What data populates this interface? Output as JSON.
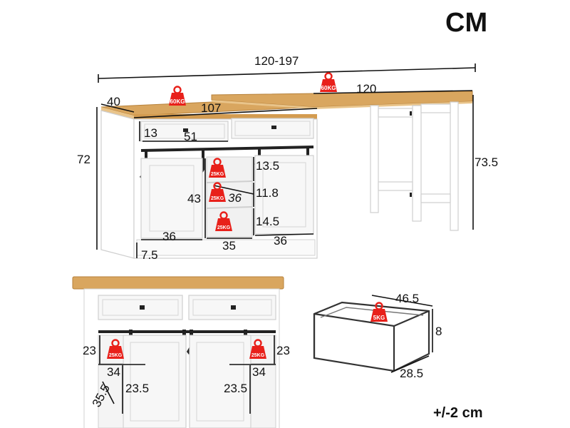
{
  "header": {
    "unit_label": "CM",
    "tolerance_label": "+/-2 cm"
  },
  "dimensions": {
    "total_length": "120-197",
    "cabinet_depth": "40",
    "desk_top_length": "120",
    "cabinet_length": "107",
    "cabinet_height": "72",
    "desk_height": "73.5",
    "drawer_height": "13",
    "drawer_width": "51",
    "shelf_top_height": "13.5",
    "shelf_mid_height": "11.8",
    "shelf_bottom_height": "14.5",
    "shelf_depth": "36",
    "door_height": "43",
    "left_door_width": "36",
    "right_door_width": "36",
    "center_width": "35",
    "base_height": "7.5",
    "front_left_height": "23",
    "front_right_height": "23",
    "front_left_width": "34",
    "front_right_width": "34",
    "front_depth": "35.5",
    "front_left_low": "23.5",
    "front_right_low": "23.5",
    "drawer_box_width": "46.5",
    "drawer_box_height": "8",
    "drawer_box_depth": "28.5"
  },
  "load_labels": {
    "cabinet_top": "60KG",
    "desk_top": "60KG",
    "shelf_top": "25KG",
    "shelf_mid": "25KG",
    "shelf_bottom": "25KG",
    "front_left": "25KG",
    "front_right": "25KG",
    "drawer": "5KG"
  },
  "colors": {
    "wood": "#d9a65f",
    "weight_icon": "#e8201a",
    "cabinet": "#ffffff"
  }
}
